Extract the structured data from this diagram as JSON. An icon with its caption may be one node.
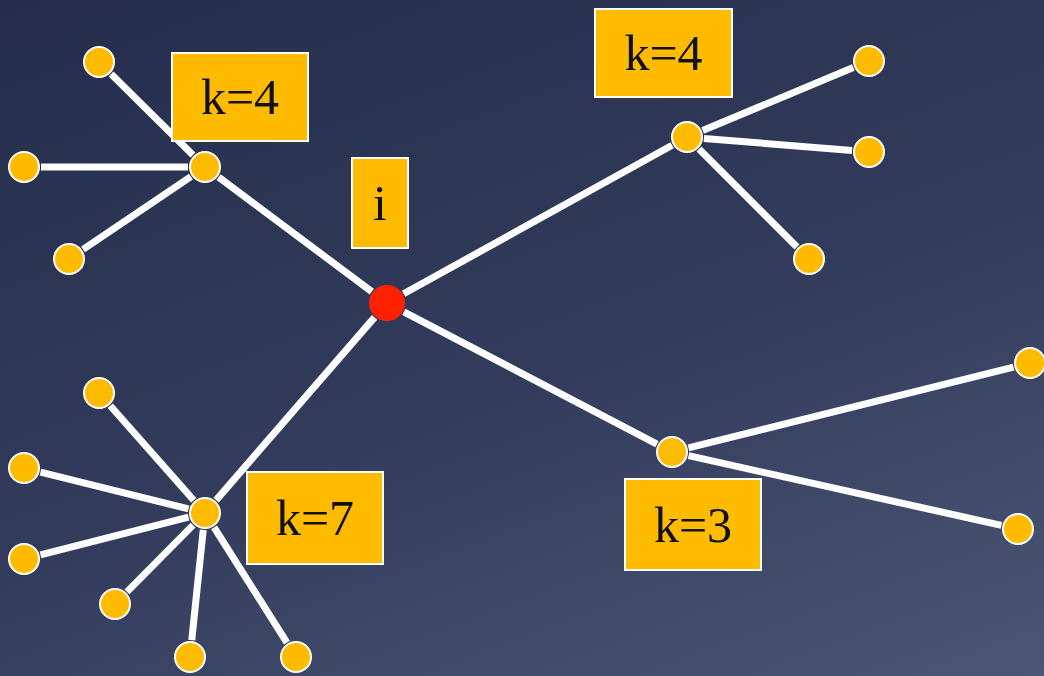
{
  "diagram": {
    "nodes": [
      {
        "text": [
          "k=4"
        ]
      },
      {
        "text": [
          "k=4"
        ]
      },
      {
        "text": [
          "i"
        ]
      },
      {
        "text": [
          "k=7"
        ]
      },
      {
        "text": [
          "k=3"
        ]
      },
      {
        "text": [],
        "shape": "circle"
      },
      {
        "text": [],
        "shape": "circle"
      },
      {
        "text": [],
        "shape": "circle"
      },
      {
        "text": [],
        "shape": "circle"
      },
      {
        "text": [],
        "shape": "circle"
      },
      {
        "text": [],
        "shape": "circle"
      },
      {
        "text": [],
        "shape": "circle"
      },
      {
        "text": [],
        "shape": "circle"
      },
      {
        "text": [],
        "shape": "circle"
      },
      {
        "text": [],
        "shape": "circle"
      },
      {
        "text": [],
        "shape": "circle"
      },
      {
        "text": [],
        "shape": "circle"
      },
      {
        "text": [],
        "shape": "circle"
      },
      {
        "text": [],
        "shape": "circle"
      },
      {
        "text": [],
        "shape": "circle"
      },
      {
        "text": [],
        "shape": "circle"
      },
      {
        "text": [],
        "shape": "circle"
      },
      {
        "text": [],
        "shape": "circle"
      },
      {
        "text": [],
        "shape": "circle"
      }
    ],
    "edges": [
      {
        "from": 5,
        "to": 6,
        "arrow": "none"
      },
      {
        "from": 5,
        "to": 7,
        "arrow": "none"
      },
      {
        "from": 5,
        "to": 8,
        "arrow": "none"
      },
      {
        "from": 5,
        "to": 9,
        "arrow": "none"
      },
      {
        "from": 6,
        "to": 10,
        "arrow": "none"
      },
      {
        "from": 6,
        "to": 11,
        "arrow": "none"
      },
      {
        "from": 6,
        "to": 12,
        "arrow": "none"
      },
      {
        "from": 7,
        "to": 13,
        "arrow": "none"
      },
      {
        "from": 7,
        "to": 14,
        "arrow": "none"
      },
      {
        "from": 7,
        "to": 15,
        "arrow": "none"
      },
      {
        "from": 8,
        "to": 16,
        "arrow": "none"
      },
      {
        "from": 8,
        "to": 17,
        "arrow": "none"
      },
      {
        "from": 9,
        "to": 18,
        "arrow": "none"
      },
      {
        "from": 9,
        "to": 19,
        "arrow": "none"
      },
      {
        "from": 9,
        "to": 20,
        "arrow": "none"
      },
      {
        "from": 9,
        "to": 21,
        "arrow": "none"
      },
      {
        "from": 9,
        "to": 22,
        "arrow": "none"
      },
      {
        "from": 9,
        "to": 23,
        "arrow": "none"
      }
    ]
  }
}
